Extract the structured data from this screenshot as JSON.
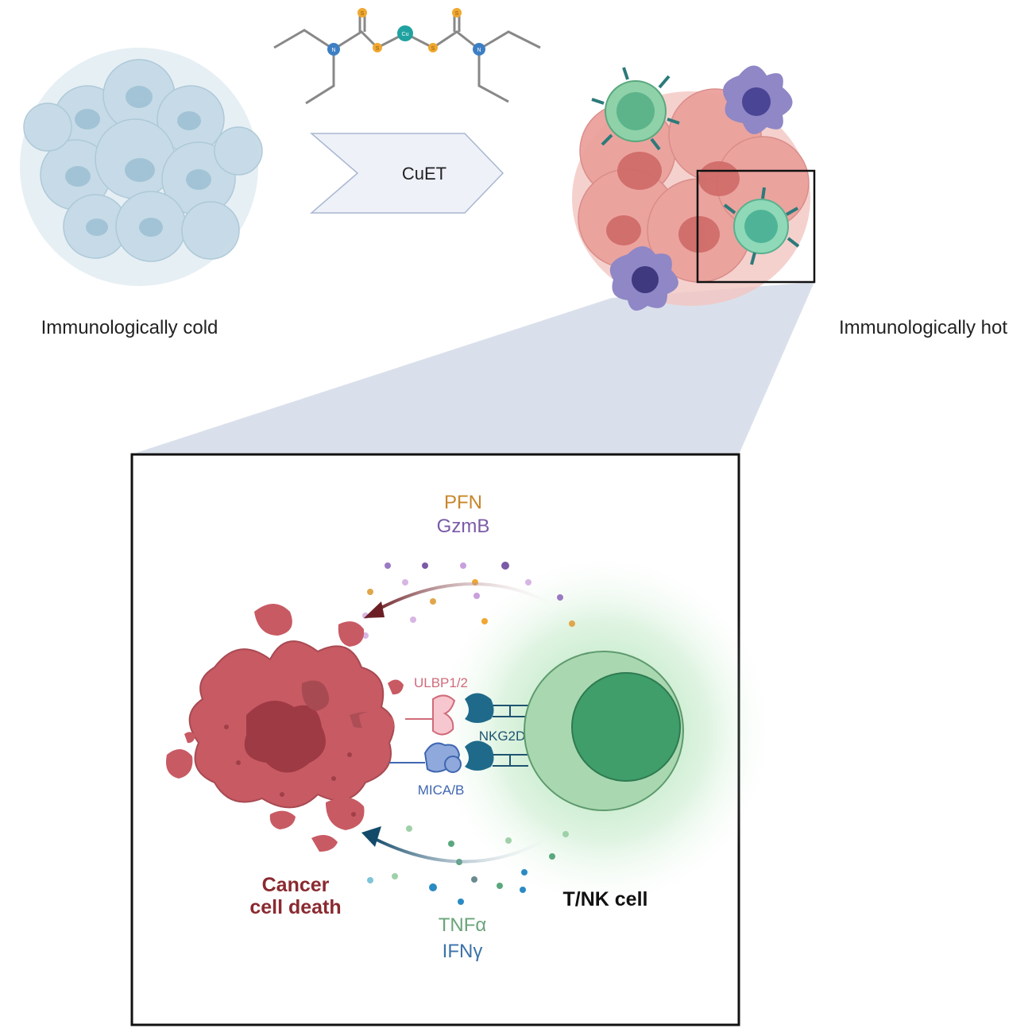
{
  "top": {
    "left_label": "Immunologically cold",
    "right_label": "Immunologically hot",
    "arrow_label": "CuET",
    "molecule": {
      "atom_n": "N",
      "atom_s": "S",
      "atom_cu": "Cu"
    }
  },
  "detail": {
    "cytotoxic": {
      "line1": "PFN",
      "line2": "GzmB"
    },
    "cytokines": {
      "line1": "TNFα",
      "line2": "IFNγ"
    },
    "ligand_top": "ULBP1/2",
    "ligand_bottom": "MICA/B",
    "receptor": "NKG2D",
    "cancer_label": {
      "line1": "Cancer",
      "line2": "cell death"
    },
    "effector_label": "T/NK cell"
  },
  "colors": {
    "cold_cell": "#b9d3e0",
    "hot_cell": "#e58b8b",
    "tnk_green": "#82c49a",
    "dc_purple": "#7b73b8",
    "dying_cell": "#c85a63",
    "pfn": "#c8862a",
    "gzmb": "#7a5aa6",
    "tnf": "#6aa57a",
    "ifn": "#3b72a8",
    "ulbp": "#d06b7a",
    "mica": "#3f66b0",
    "receptor_text": "#1f5370",
    "arrow_top": "#6b1f24",
    "arrow_bottom": "#134a6a",
    "funnel": "#d3dbe8"
  }
}
